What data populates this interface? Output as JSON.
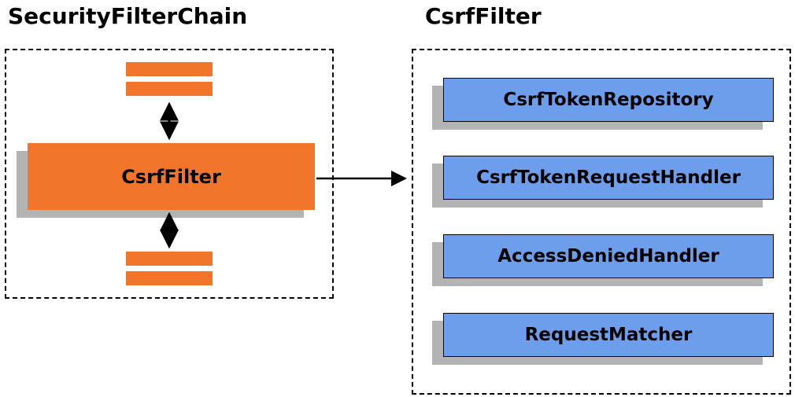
{
  "left_panel": {
    "title": "SecurityFilterChain",
    "filter_label": "CsrfFilter"
  },
  "right_panel": {
    "title": "CsrfFilter",
    "components": [
      "CsrfTokenRepository",
      "CsrfTokenRequestHandler",
      "AccessDeniedHandler",
      "RequestMatcher"
    ]
  },
  "colors": {
    "orange": "#F1762B",
    "blue": "#6D9EEB",
    "shadow": "#B3B3B3"
  }
}
